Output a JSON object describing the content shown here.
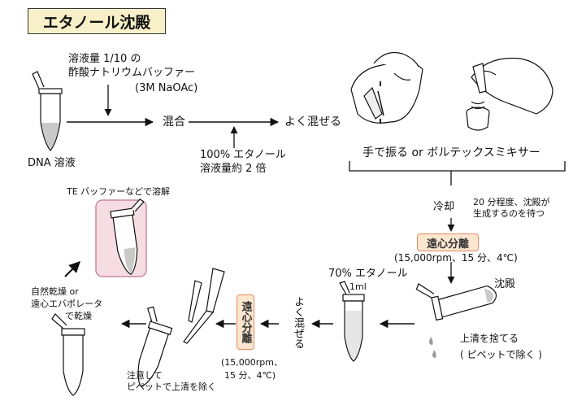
{
  "title": "エタノール沈殿",
  "labels": {
    "dna_solution": "DNA 溶液",
    "add_buffer_1": "溶液量 1/10 の",
    "add_buffer_2": "酢酸ナトリウムバッファー",
    "add_buffer_3": "(3M NaOAc)",
    "mix": "混合",
    "mix_well": "よく混ぜる",
    "ethanol_1": "100% エタノール",
    "ethanol_2": "溶液量約 2 倍",
    "shake_method": "手で振る  or  ボルテックスミキサー",
    "cool": "冷却",
    "cool_note_1": "20 分程度、沈殿が",
    "cool_note_2": "生成するのを待つ",
    "centrifuge_1": "遠心分離",
    "centrifuge_1_cond": "(15,000rpm、15 分、4℃)",
    "precipitate": "沈殿",
    "discard_1": "上清を捨てる",
    "discard_2": "( ピペットで除く )",
    "ethanol70_1": "70% エタノール",
    "ethanol70_2": "1ml",
    "mix_well_v": "よく混ぜる",
    "centrifuge_2": "遠心分離",
    "centrifuge_2_cond_1": "(15,000rpm、",
    "centrifuge_2_cond_2": "15 分、4℃)",
    "caution_1": "注意して",
    "caution_2": "ピペットで上清を除く",
    "dry_1": "自然乾燥 or",
    "dry_2": "遠心エバポレータ",
    "dry_3": "で乾燥",
    "dissolve": "TE バッファーなどで溶解"
  },
  "colors": {
    "title_bg": "#f7f0c8",
    "badge_bg": "#fde6cf",
    "badge_border": "#e38a5f",
    "final_box_bg": "#f6dde4",
    "final_box_border": "#c98a9a",
    "liquid": "#c9c9c9"
  }
}
